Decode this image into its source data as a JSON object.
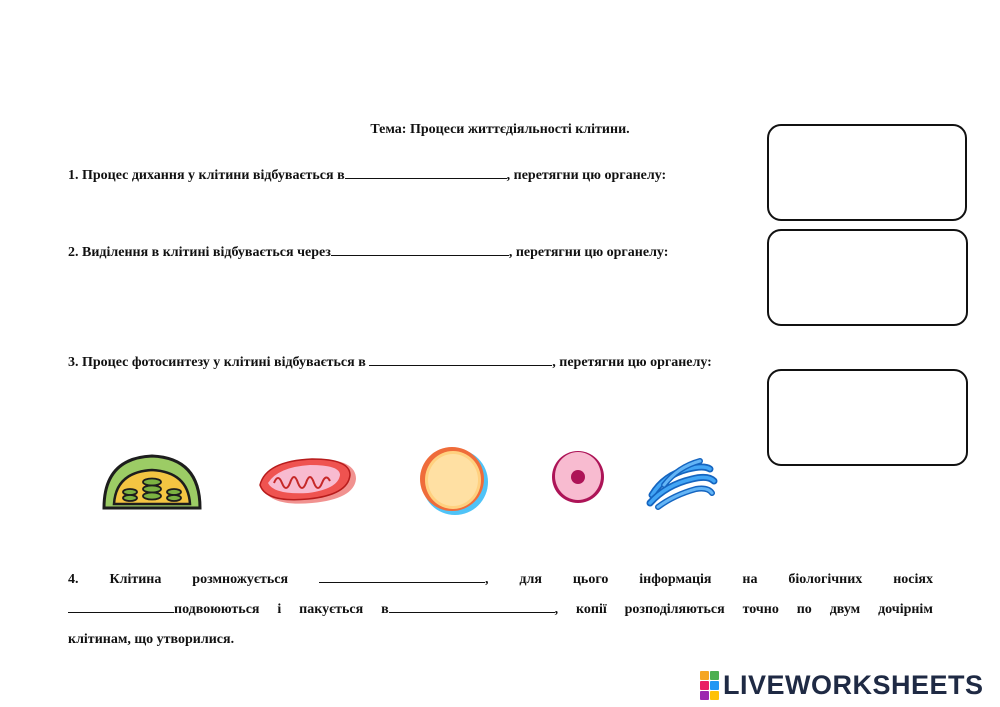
{
  "title": "Тема: Процеси життєдіяльності клітини.",
  "questions": {
    "q1": {
      "before": "1. Процес дихання у клітини відбувається в",
      "after": ", перетягни цю органелу:"
    },
    "q2": {
      "before": "2. Виділення в клітині відбувається через",
      "after": ", перетягни цю органелу:"
    },
    "q3": {
      "before": "3. Процес фотосинтезу у клітині відбувається в ",
      "after": ", перетягни цю органелу:"
    },
    "q4": {
      "line1": [
        "4.",
        "Клітина",
        "розмножується",
        "",
        ",",
        "для",
        "цього",
        "інформація",
        "на",
        "біологічних",
        "носіях"
      ],
      "line2_a": "подвоюються",
      "line2_b": "і",
      "line2_c": "пакується",
      "line2_d": "в",
      "line2_e": ",",
      "line2_f": "копії",
      "line2_g": "розподіляються",
      "line2_h": "точно",
      "line2_i": "по",
      "line2_j": "двум",
      "line2_k": "дочірнім",
      "line3": "клітинам, що утворилися."
    }
  },
  "organelles": {
    "items": [
      "chloroplast-icon",
      "mitochondrion-icon",
      "vacuole-icon",
      "nucleus-icon",
      "golgi-apparatus-icon"
    ]
  },
  "brand": {
    "text": "LIVEWORKSHEETS",
    "colors": [
      "#f5a623",
      "#4caf50",
      "#e91e63",
      "#2196f3",
      "#9c27b0",
      "#ffc107"
    ]
  }
}
